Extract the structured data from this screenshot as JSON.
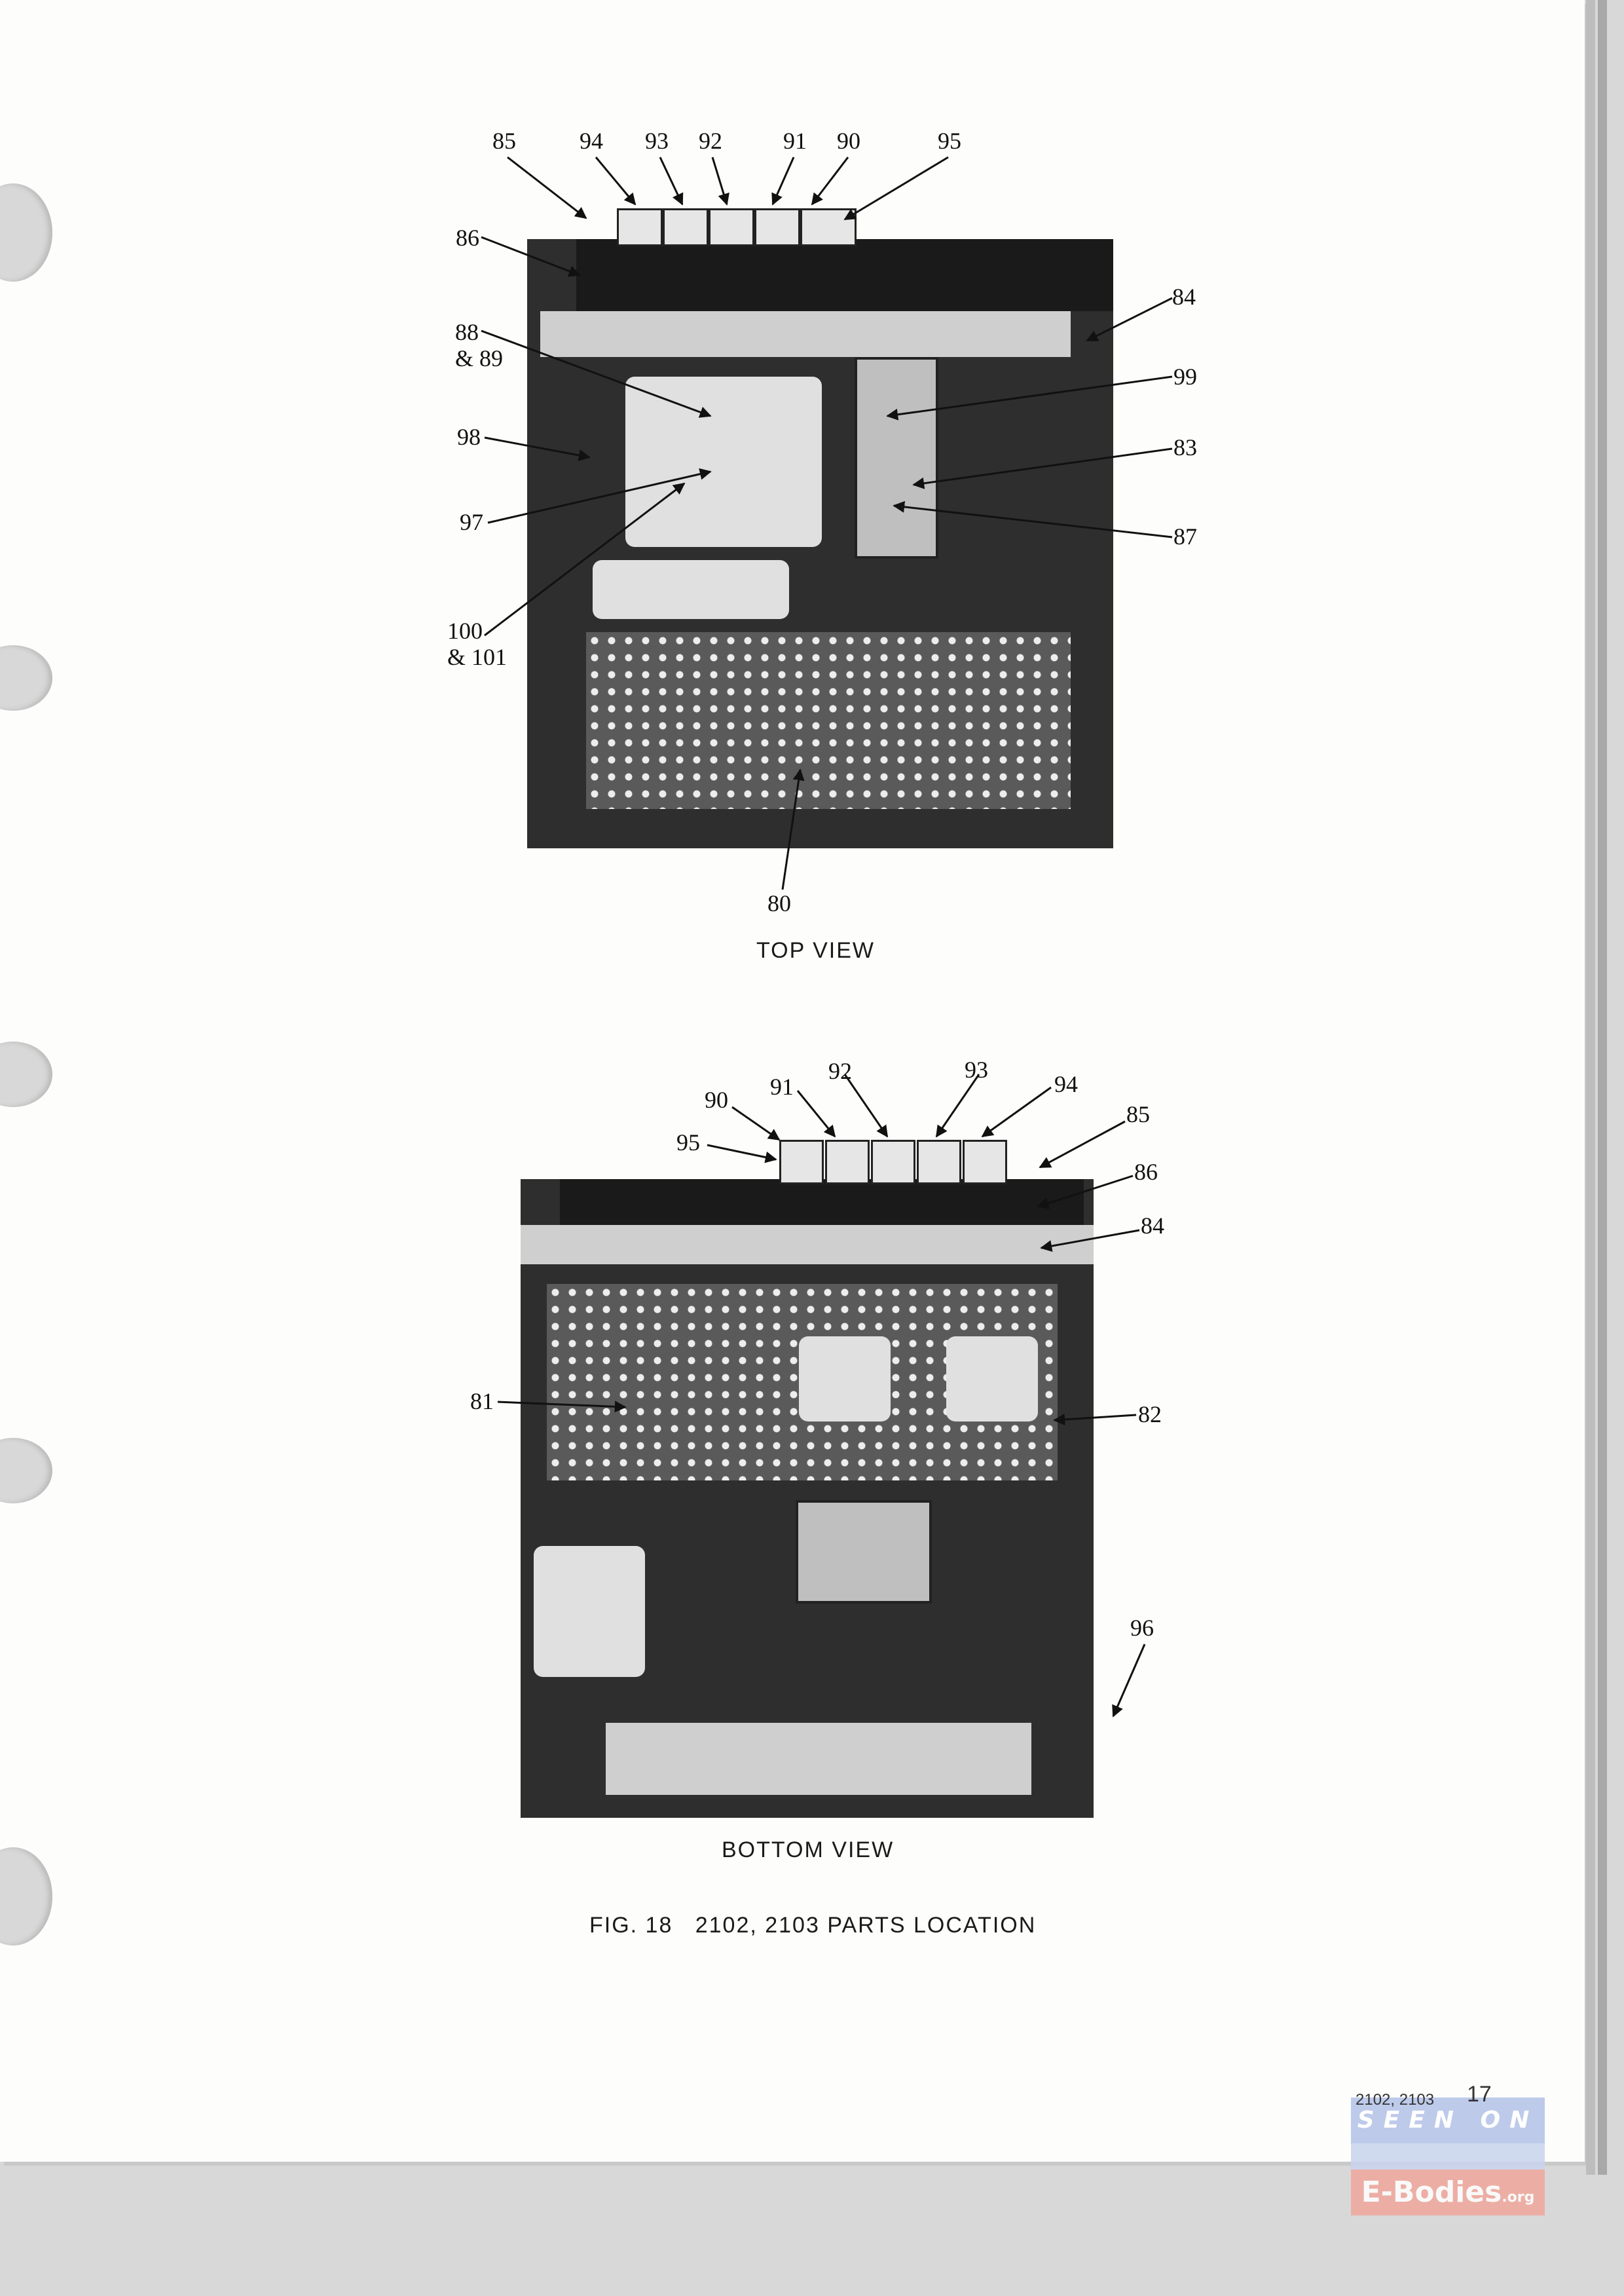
{
  "top_view": {
    "caption": "TOP VIEW",
    "callouts": [
      "85",
      "94",
      "93",
      "92",
      "91",
      "90",
      "95",
      "86",
      "84",
      "88\n& 89",
      "99",
      "98",
      "83",
      "97",
      "87",
      "100\n& 101",
      "80"
    ]
  },
  "bottom_view": {
    "caption": "BOTTOM VIEW",
    "callouts": [
      "90",
      "91",
      "92",
      "93",
      "94",
      "85",
      "95",
      "86",
      "84",
      "81",
      "82",
      "96"
    ]
  },
  "figure_caption": "FIG. 18   2102, 2103 PARTS LOCATION",
  "footer": {
    "model_ref": "2102, 2103",
    "page_number": "17"
  },
  "watermark": {
    "line1": "SEEN ON",
    "line2": "E-Bodies",
    "suffix": ".org"
  }
}
